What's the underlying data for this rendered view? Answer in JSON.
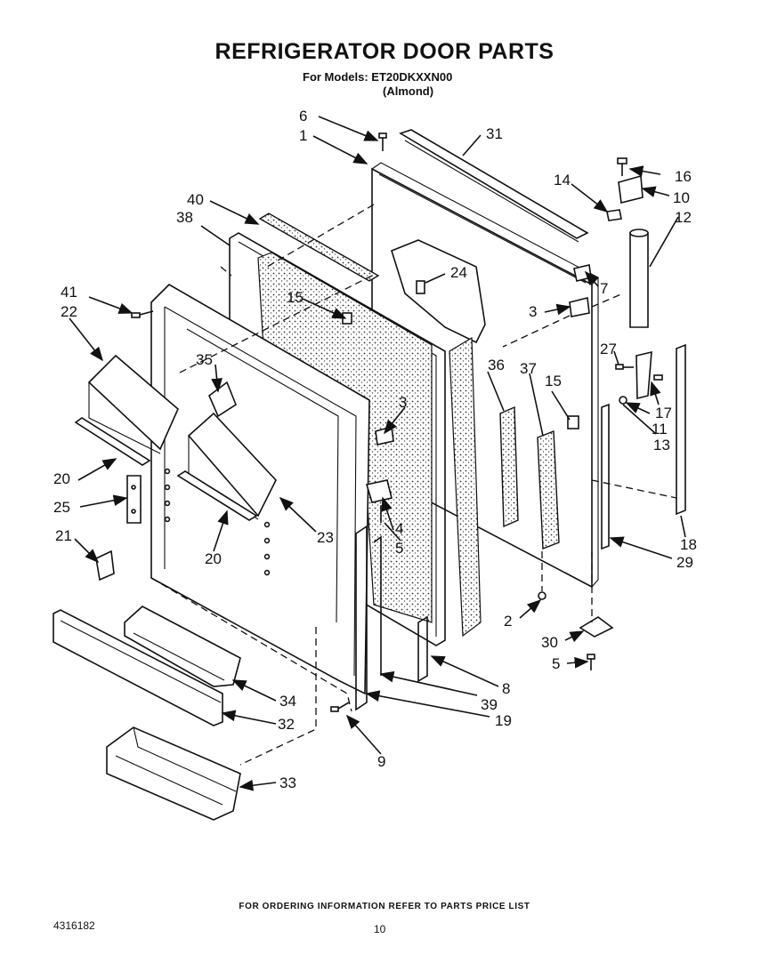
{
  "header": {
    "title": "REFRIGERATOR DOOR PARTS",
    "models": "For Models: ET20DKXXN00",
    "color": "(Almond)"
  },
  "footer": {
    "note": "FOR ORDERING INFORMATION REFER TO PARTS PRICE LIST",
    "doc_number": "4316182",
    "page_number": "10"
  },
  "callouts": {
    "c1": "1",
    "c2": "2",
    "c3a": "3",
    "c3b": "3",
    "c4": "4",
    "c5a": "5",
    "c5b": "5",
    "c6": "6",
    "c7": "7",
    "c8": "8",
    "c9": "9",
    "c10": "10",
    "c11": "11",
    "c12": "12",
    "c13": "13",
    "c14": "14",
    "c15a": "15",
    "c15b": "15",
    "c16": "16",
    "c17": "17",
    "c18": "18",
    "c19": "19",
    "c20a": "20",
    "c20b": "20",
    "c21": "21",
    "c22": "22",
    "c23": "23",
    "c24": "24",
    "c25": "25",
    "c27": "27",
    "c29": "29",
    "c30": "30",
    "c31": "31",
    "c32": "32",
    "c33": "33",
    "c34": "34",
    "c35": "35",
    "c36": "36",
    "c37": "37",
    "c38": "38",
    "c39": "39",
    "c40": "40",
    "c41": "41"
  }
}
